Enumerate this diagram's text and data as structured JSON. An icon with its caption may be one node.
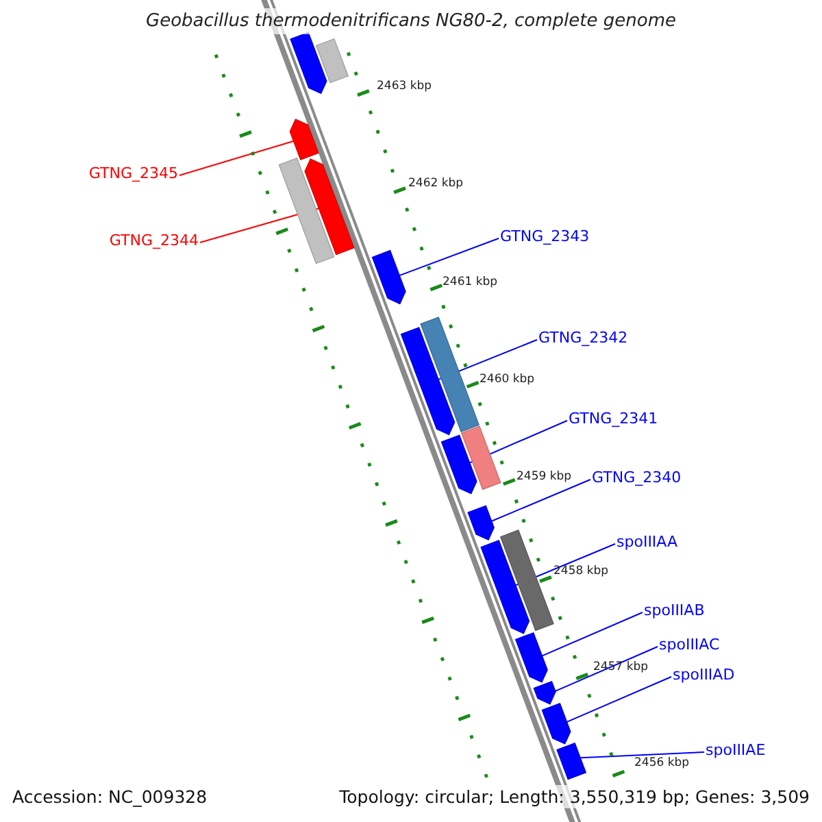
{
  "diagram": {
    "title": "Geobacillus thermodenitrificans NG80-2, complete genome",
    "nodes": [
      {
        "text": [
          "GTNG_2345"
        ]
      },
      {
        "text": [
          "GTNG_2344"
        ]
      },
      {
        "text": [
          "GTNG_2343"
        ]
      },
      {
        "text": [
          "GTNG_2342"
        ]
      },
      {
        "text": [
          "GTNG_2341"
        ]
      },
      {
        "text": [
          "GTNG_2340"
        ]
      },
      {
        "text": [
          "spoIIIAA"
        ]
      },
      {
        "text": [
          "spoIIIAB"
        ]
      },
      {
        "text": [
          "spoIIIAC"
        ]
      },
      {
        "text": [
          "spoIIIAD"
        ]
      },
      {
        "text": [
          "spoIIIAE"
        ]
      },
      {
        "text": [],
        "shape": "bar"
      },
      {
        "text": [],
        "shape": "bar"
      },
      {
        "text": [],
        "shape": "bar"
      },
      {
        "text": [],
        "shape": "bar"
      },
      {
        "text": [],
        "shape": "bar"
      },
      {
        "text": [],
        "shape": "bar"
      },
      {
        "text": [],
        "shape": "bar"
      },
      {
        "text": [],
        "shape": "bar"
      },
      {
        "text": [],
        "shape": "bar"
      },
      {
        "text": [],
        "shape": "bar"
      },
      {
        "text": [],
        "shape": "bar"
      },
      {
        "text": [],
        "shape": "bar"
      },
      {
        "text": [],
        "shape": "bar"
      },
      {
        "text": [],
        "shape": "bar"
      },
      {
        "text": [],
        "shape": "bar"
      },
      {
        "text": [],
        "shape": "bar"
      },
      {
        "text": [],
        "shape": "bar"
      }
    ],
    "edges": [
      {
        "from": 0,
        "to": 13,
        "arrow": "none",
        "color": "#ff0000"
      },
      {
        "from": 1,
        "to": 14,
        "arrow": "none",
        "color": "#ff0000"
      },
      {
        "from": 2,
        "to": 16,
        "arrow": "none"
      },
      {
        "from": 3,
        "to": 17,
        "arrow": "none"
      },
      {
        "from": 4,
        "to": 19,
        "arrow": "none"
      },
      {
        "from": 5,
        "to": 21,
        "arrow": "none"
      },
      {
        "from": 6,
        "to": 22,
        "arrow": "none"
      },
      {
        "from": 7,
        "to": 24,
        "arrow": "none"
      },
      {
        "from": 8,
        "to": 25,
        "arrow": "none"
      },
      {
        "from": 9,
        "to": 26,
        "arrow": "none"
      },
      {
        "from": 10,
        "to": 27,
        "arrow": "none"
      }
    ],
    "labels": [
      "2463 kbp",
      "2462 kbp",
      "2461 kbp",
      "2460 kbp",
      "2459 kbp",
      "2458 kbp",
      "2457 kbp",
      "2456 kbp",
      "Accession: NC_009328",
      "Topology: circular; Length: 3,550,319 bp; Genes: 3,509"
    ]
  }
}
